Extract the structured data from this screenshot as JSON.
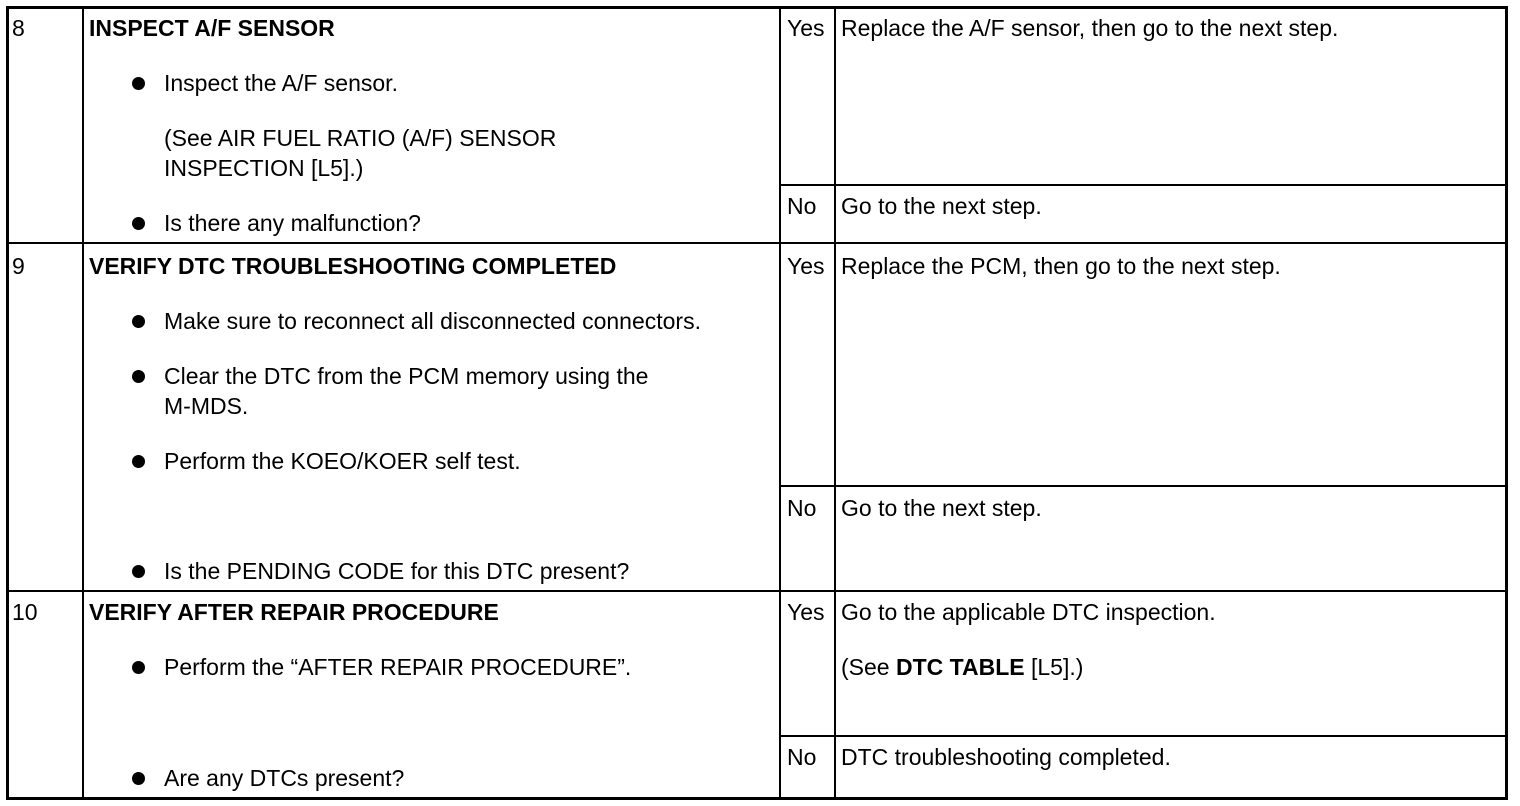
{
  "rows": [
    {
      "step": "8",
      "title": "INSPECT A/F SENSOR",
      "bullets": [
        "Inspect the A/F sensor.",
        "Is there any malfunction?"
      ],
      "note_lines": [
        "(See AIR FUEL RATIO (A/F) SENSOR",
        "INSPECTION [L5].)"
      ],
      "yes_label": "Yes",
      "yes_action": "Replace the A/F sensor, then go to the next step.",
      "no_label": "No",
      "no_action": "Go to the next step."
    },
    {
      "step": "9",
      "title": "VERIFY DTC TROUBLESHOOTING COMPLETED",
      "bullets": [
        "Make sure to reconnect all disconnected connectors.",
        "Clear the DTC from the PCM memory using the",
        "Perform the KOEO/KOER self test.",
        "Is the PENDING CODE for this DTC present?"
      ],
      "bullet2_line2": "M-MDS.",
      "yes_label": "Yes",
      "yes_action": "Replace the PCM, then go to the next step.",
      "no_label": "No",
      "no_action": "Go to the next step."
    },
    {
      "step": "10",
      "title": "VERIFY AFTER REPAIR PROCEDURE",
      "bullets": [
        "Perform the “AFTER REPAIR PROCEDURE”.",
        "Are any DTCs present?"
      ],
      "yes_label": "Yes",
      "yes_action": "Go to the applicable DTC inspection.",
      "yes_note_prefix": "(See ",
      "yes_note_bold": "DTC TABLE",
      "yes_note_suffix": " [L5].)",
      "no_label": "No",
      "no_action": "DTC troubleshooting completed."
    }
  ]
}
